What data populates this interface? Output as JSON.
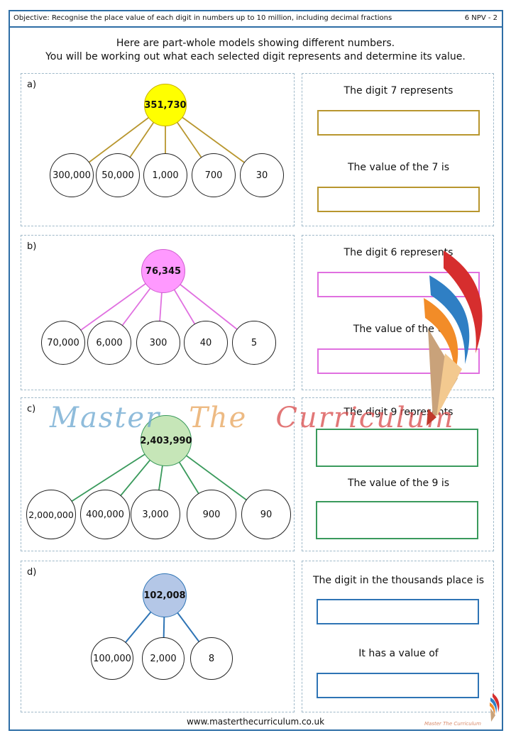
{
  "header": {
    "objective": "Objective: Recognise the place value of each digit in numbers up to 10 million, including decimal fractions",
    "code": "6 NPV - 2"
  },
  "intro": {
    "line1": "Here are part-whole models showing different numbers.",
    "line2": "You will be working out what each selected digit represents and determine its value."
  },
  "watermark": {
    "word1": "Master",
    "word2": "The",
    "word3": "Curriculum"
  },
  "footer": {
    "url": "www.masterthecurriculum.co.uk",
    "mini": "Master The Curriculum"
  },
  "colors": {
    "a": "#b8962e",
    "a_fill": "#ffff00",
    "b": "#e070e0",
    "b_fill": "#ff99ff",
    "c": "#3a9a5c",
    "c_fill": "#c6e6b8",
    "d": "#2e74b5",
    "d_fill": "#b4c7e7",
    "frame": "#2e6ea6"
  },
  "questions": [
    {
      "label": "a)",
      "whole": "351,730",
      "parts": [
        "300,000",
        "50,000",
        "1,000",
        "700",
        "30"
      ],
      "prompt1": "The digit 7 represents",
      "prompt2": "The value of the 7 is"
    },
    {
      "label": "b)",
      "whole": "76,345",
      "parts": [
        "70,000",
        "6,000",
        "300",
        "40",
        "5"
      ],
      "prompt1": "The digit 6 represents",
      "prompt2": "The value of the 6"
    },
    {
      "label": "c)",
      "whole": "2,403,990",
      "parts": [
        "2,000,000",
        "400,000",
        "3,000",
        "900",
        "90"
      ],
      "prompt1": "The digit 9 represents",
      "prompt2": "The value of the 9 is"
    },
    {
      "label": "d)",
      "whole": "102,008",
      "parts": [
        "100,000",
        "2,000",
        "8"
      ],
      "prompt1": "The digit in the thousands place is",
      "prompt2": "It has a value of"
    }
  ]
}
